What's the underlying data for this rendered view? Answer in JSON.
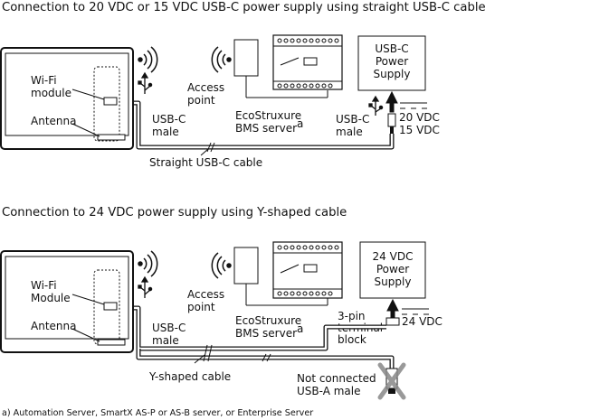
{
  "section1": {
    "heading": "Connection to 20 VDC or 15 VDC USB-C power supply using straight USB-C cable",
    "wifi_module": [
      "Wi-Fi",
      "module"
    ],
    "antenna": "Antenna",
    "access_point": [
      "Access",
      "point"
    ],
    "server": [
      "EcoStruxure",
      "BMS server"
    ],
    "server_sup": "a",
    "usbc_male_left": [
      "USB-C",
      "male"
    ],
    "usbc_male_right": [
      "USB-C",
      "male"
    ],
    "power_supply": [
      "USB-C",
      "Power",
      "Supply"
    ],
    "voltages": [
      "20 VDC",
      "15 VDC"
    ],
    "cable": "Straight USB-C cable"
  },
  "section2": {
    "heading": "Connection to 24 VDC power supply using Y-shaped cable",
    "wifi_module": [
      "Wi-Fi",
      "Module"
    ],
    "antenna": "Antenna",
    "access_point": [
      "Access",
      "point"
    ],
    "server": [
      "EcoStruxure",
      "BMS server"
    ],
    "server_sup": "a",
    "usbc_male": [
      "USB-C",
      "male"
    ],
    "power_supply": [
      "24 VDC",
      "Power",
      "Supply"
    ],
    "terminal_block": [
      "3-pin",
      "terminal",
      "block"
    ],
    "voltage": "24 VDC",
    "cable": "Y-shaped cable",
    "not_connected": [
      "Not connected",
      "USB-A male"
    ]
  },
  "footnote": "a) Automation Server, SmartX AS-P or AS-B server, or Enterprise Server"
}
